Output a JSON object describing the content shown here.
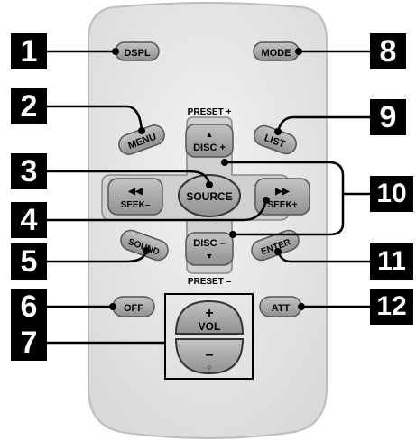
{
  "remote": {
    "buttons": {
      "dspl": "DSPL",
      "mode": "MODE",
      "menu": "MENU",
      "list": "LIST",
      "disc_plus_arrow": "▲",
      "disc_plus": "DISC +",
      "source": "SOURCE",
      "seek_minus_arrows": "◀◀",
      "seek_minus": "SEEK–",
      "seek_plus_arrows": "▶▶",
      "seek_plus": "SEEK+",
      "sound": "SOUND",
      "disc_minus": "DISC –",
      "disc_minus_arrow": "▼",
      "enter": "ENTER",
      "off": "OFF",
      "att": "ATT",
      "vol_plus": "+",
      "vol": "VOL",
      "vol_minus": "–",
      "vol_minus_circle": "○"
    },
    "labels": {
      "preset_plus": "PRESET +",
      "preset_minus": "PRESET –"
    }
  },
  "callouts": [
    "1",
    "2",
    "3",
    "4",
    "5",
    "6",
    "7",
    "8",
    "9",
    "10",
    "11",
    "12"
  ],
  "colors": {
    "body_fill": "#e8e8e8",
    "button_fill": "#a8a8a8",
    "dpad_fill": "#c8c8c8",
    "badge_fill": "#000000"
  }
}
